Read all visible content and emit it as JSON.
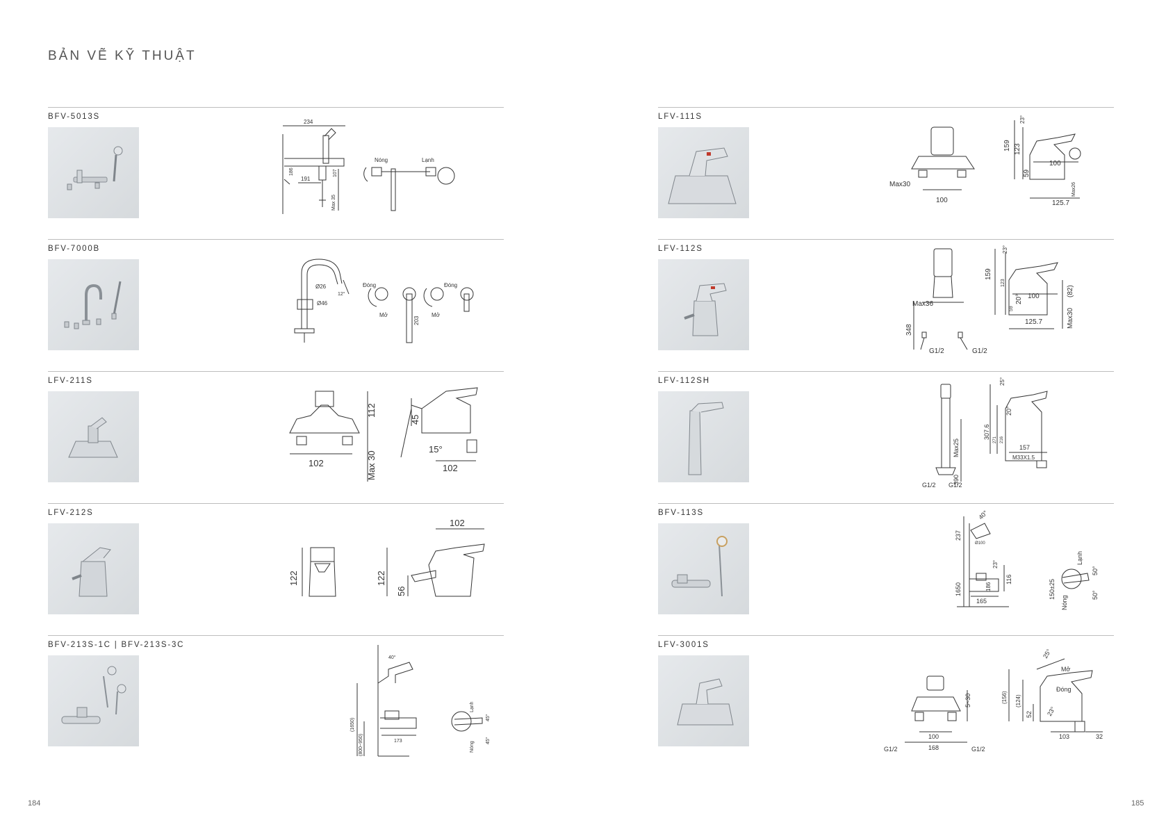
{
  "header": {
    "title": "BẢN VẼ KỸ THUẬT"
  },
  "left_column": [
    {
      "code": "BFV-5013S",
      "dims": {
        "d1": "234",
        "d2": "191",
        "d3": "186",
        "d4": "107",
        "d5": "Max 35",
        "hot": "Nóng",
        "cold": "Lạnh"
      }
    },
    {
      "code": "BFV-7000B",
      "dims": {
        "d1": "Ø26",
        "d2": "Ø46",
        "d3": "12°",
        "d4": "203",
        "hot": "Đóng",
        "hot2": "Đóng",
        "open": "Mở",
        "open2": "Mở"
      }
    },
    {
      "code": "LFV-211S",
      "dims": {
        "d1": "112",
        "d2": "102",
        "d3": "Max 30",
        "d4": "45",
        "d5": "15°",
        "d6": "102"
      }
    },
    {
      "code": "LFV-212S",
      "dims": {
        "d1": "122",
        "d2": "102",
        "d3": "122",
        "d4": "56"
      }
    },
    {
      "code": "BFV-213S-1C  |  BFV-213S-3C",
      "dims": {
        "d1": "(1650)",
        "d2": "(800~950)",
        "d3": "173",
        "d4": "40°",
        "d5": "Lạnh",
        "d6": "45°",
        "d7": "45°",
        "d8": "Nóng"
      }
    }
  ],
  "right_column": [
    {
      "code": "LFV-111S",
      "dims": {
        "d1": "Max30",
        "d2": "100",
        "d3": "159",
        "d4": "123",
        "d5": "59",
        "d6": "100",
        "d7": "125.7",
        "d8": "Max26",
        "d9": "23°"
      }
    },
    {
      "code": "LFV-112S",
      "dims": {
        "d1": "Max36",
        "d2": "348",
        "d3": "G1/2",
        "d4": "G1/2",
        "d5": "159",
        "d6": "123",
        "d7": "59",
        "d8": "20°",
        "d9": "100",
        "d10": "125.7",
        "d11": "(82)",
        "d12": "Max30",
        "d13": "23°"
      }
    },
    {
      "code": "LFV-112SH",
      "dims": {
        "d1": "Max25",
        "d2": "390",
        "d3": "G1/2",
        "d4": "G1/2",
        "d5": "307.6",
        "d6": "271",
        "d7": "216",
        "d8": "20°",
        "d9": "157",
        "d10": "M33X1.5",
        "d11": "25°"
      }
    },
    {
      "code": "BFV-113S",
      "dims": {
        "d1": "237",
        "d2": "40°",
        "d3": "Ø100",
        "d4": "1650",
        "d5": "23°",
        "d6": "116",
        "d7": "186",
        "d8": "165",
        "d9": "150±25",
        "d10": "Lạnh",
        "d11": "50°",
        "d12": "50°",
        "d13": "Nóng"
      }
    },
    {
      "code": "LFV-3001S",
      "dims": {
        "d1": "5~30",
        "d2": "100",
        "d3": "168",
        "d4": "G1/2",
        "d5": "G1/2",
        "d6": "25°",
        "d7": "Mở",
        "d8": "Đóng",
        "d9": "(156)",
        "d10": "(124)",
        "d11": "52",
        "d12": "23°",
        "d13": "103",
        "d14": "32"
      }
    }
  ],
  "footer": {
    "page_left": "184",
    "page_right": "185"
  }
}
